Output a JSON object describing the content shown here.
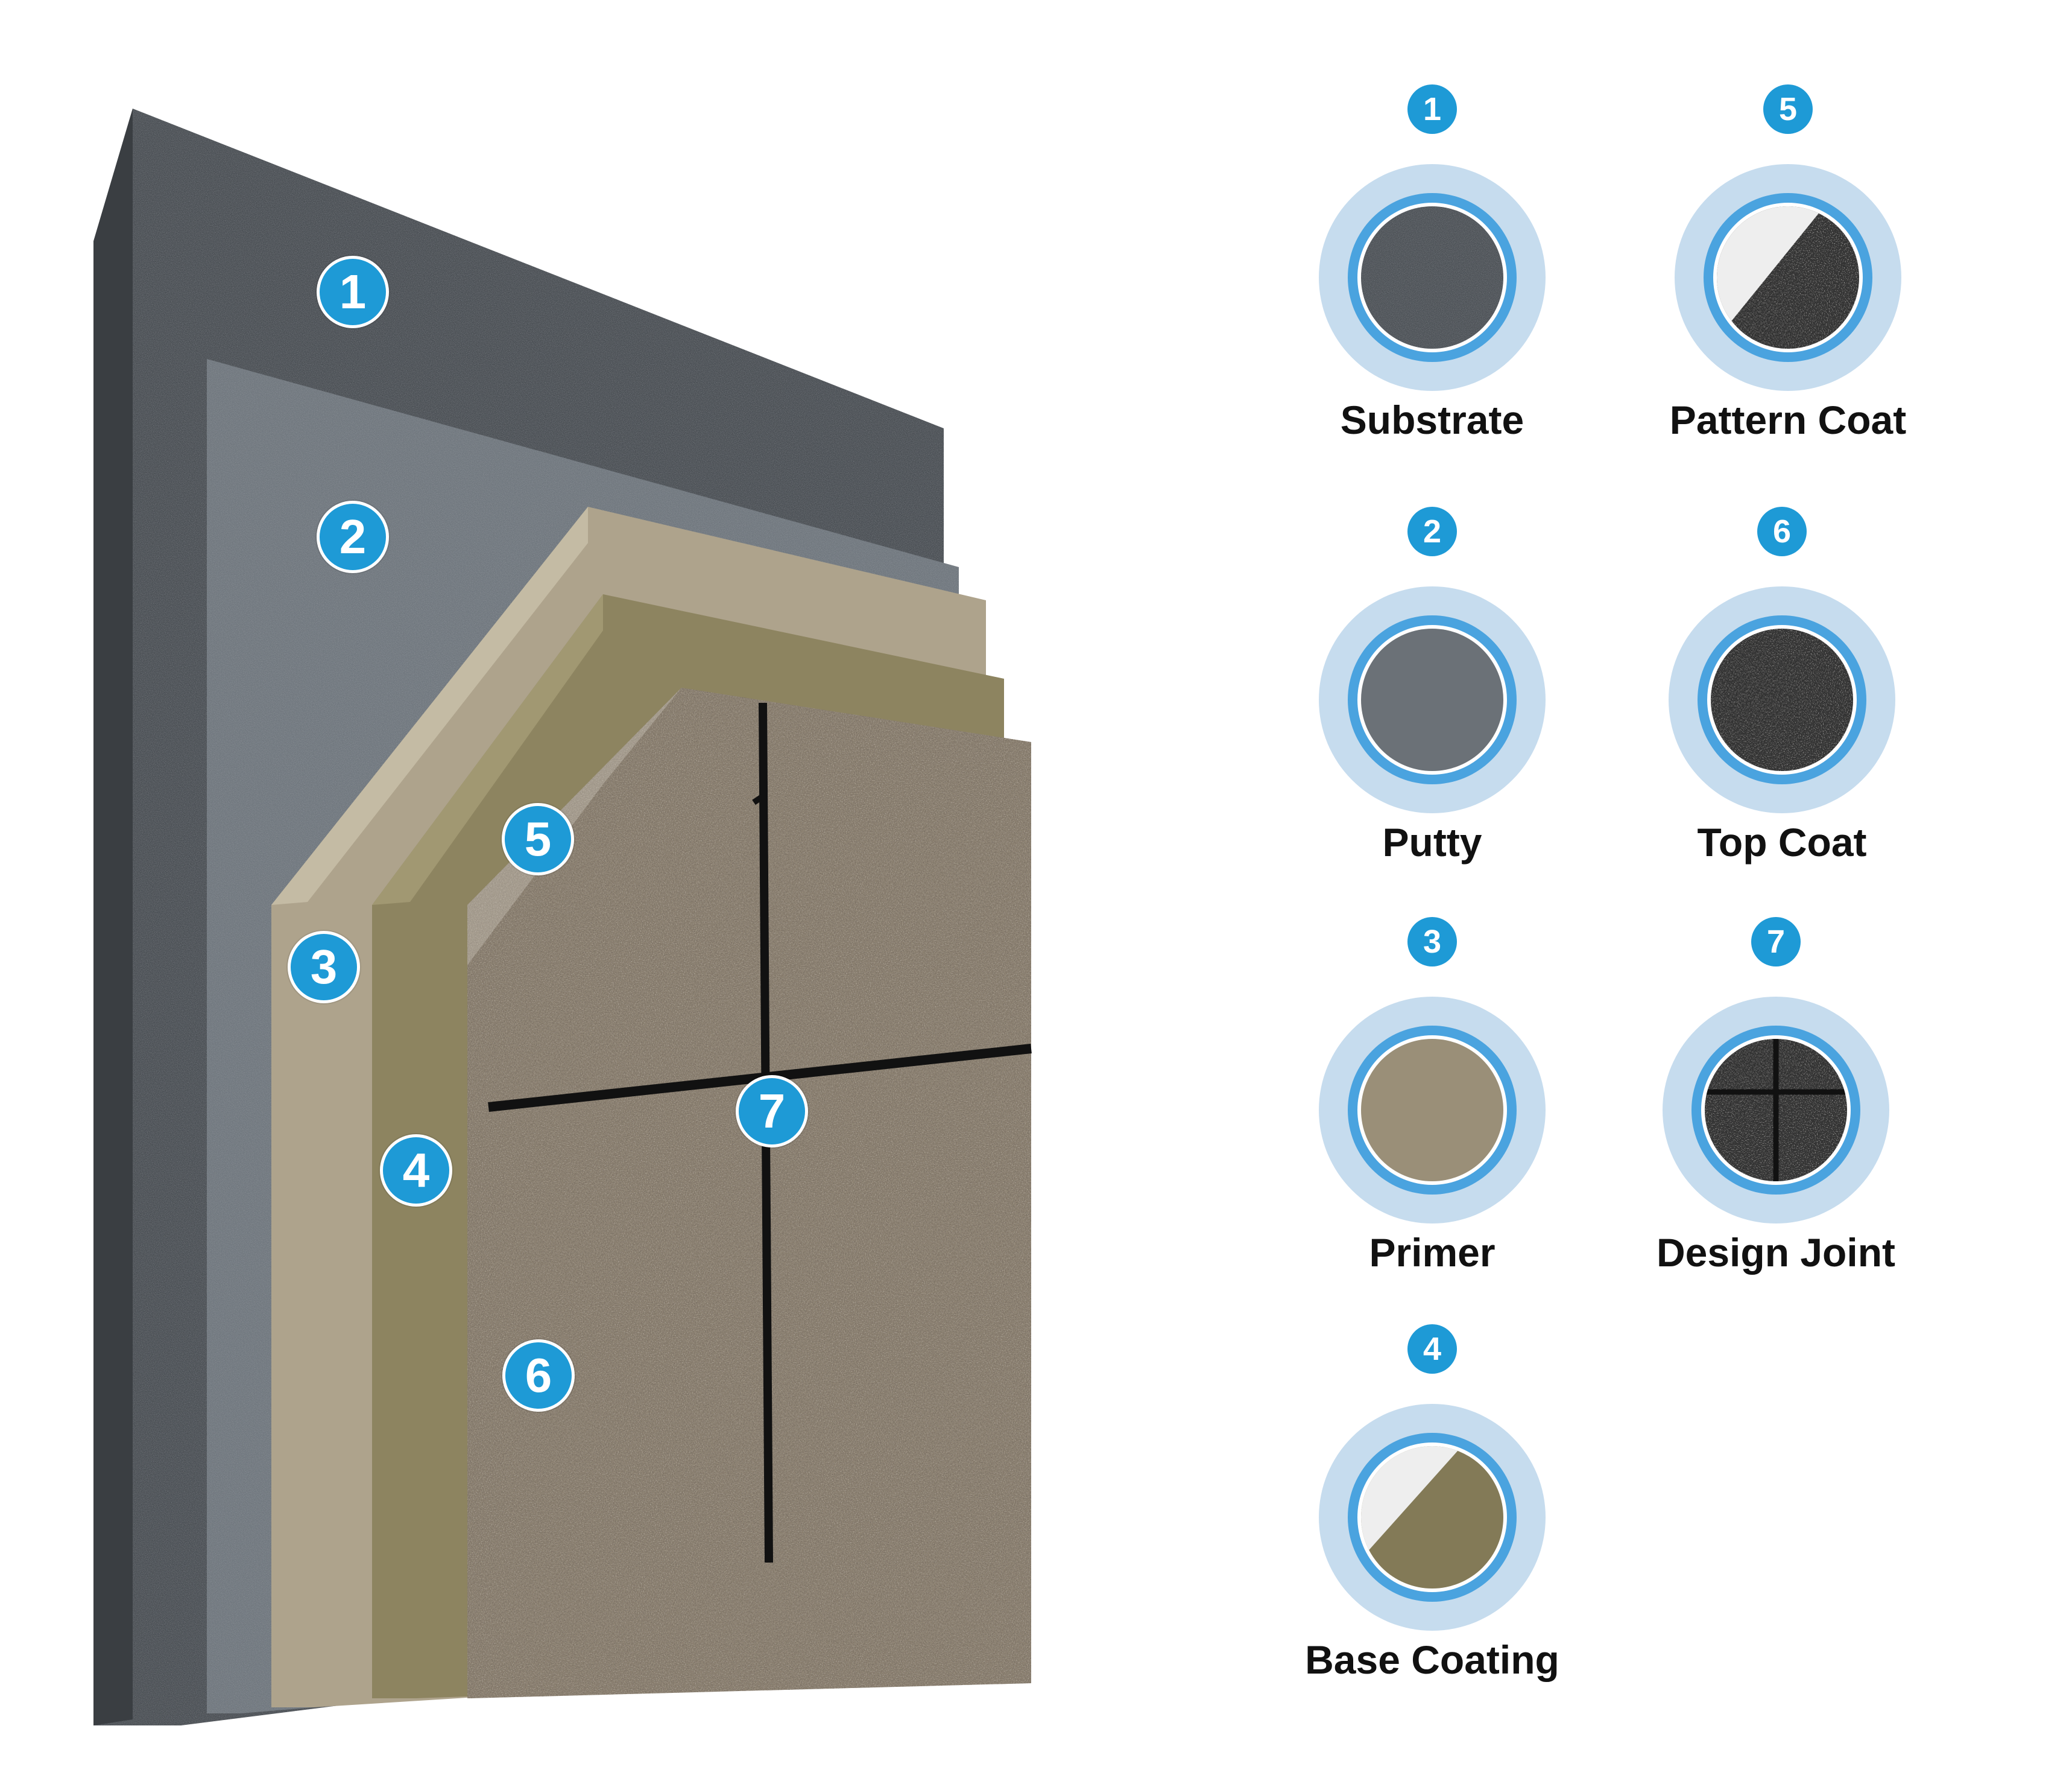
{
  "badges": [
    "1",
    "2",
    "3",
    "4",
    "5",
    "6",
    "7"
  ],
  "legend": [
    {
      "number": "1",
      "label": "Substrate",
      "swatch": "substrate"
    },
    {
      "number": "5",
      "label": "Pattern Coat",
      "swatch": "pattern-coat"
    },
    {
      "number": "2",
      "label": "Putty",
      "swatch": "putty"
    },
    {
      "number": "6",
      "label": "Top Coat",
      "swatch": "top-coat"
    },
    {
      "number": "3",
      "label": "Primer",
      "swatch": "primer"
    },
    {
      "number": "7",
      "label": "Design Joint",
      "swatch": "design-joint"
    },
    {
      "number": "4",
      "label": "Base Coating",
      "swatch": "base-coating"
    }
  ],
  "colors": {
    "accent": "#1e9ad6",
    "ring_outer": "#c6dcee",
    "ring_inner": "#4aa3df",
    "substrate": "#4c5156",
    "putty": "#6b7177",
    "primer": "#9a8f78",
    "base_coating": "#837a57",
    "pattern_light": "#eeeeee",
    "stone": "#8c8274",
    "joint": "#111111"
  }
}
